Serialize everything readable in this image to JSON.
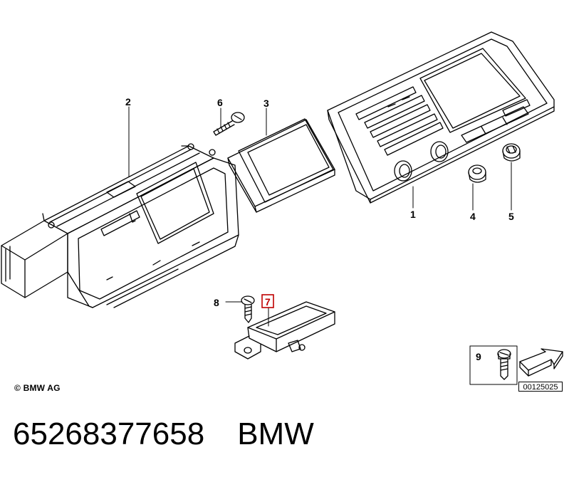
{
  "callouts": {
    "c1": "1",
    "c2": "2",
    "c3": "3",
    "c4": "4",
    "c5": "5",
    "c6": "6",
    "c7": "7",
    "c8": "8",
    "c9": "9"
  },
  "copyright": "© BMW AG",
  "diagram_code": "00125025",
  "footer": {
    "part_number": "65268377658",
    "brand": "BMW"
  },
  "colors": {
    "line": "#000000",
    "highlight": "#c00000",
    "background": "#ffffff"
  }
}
